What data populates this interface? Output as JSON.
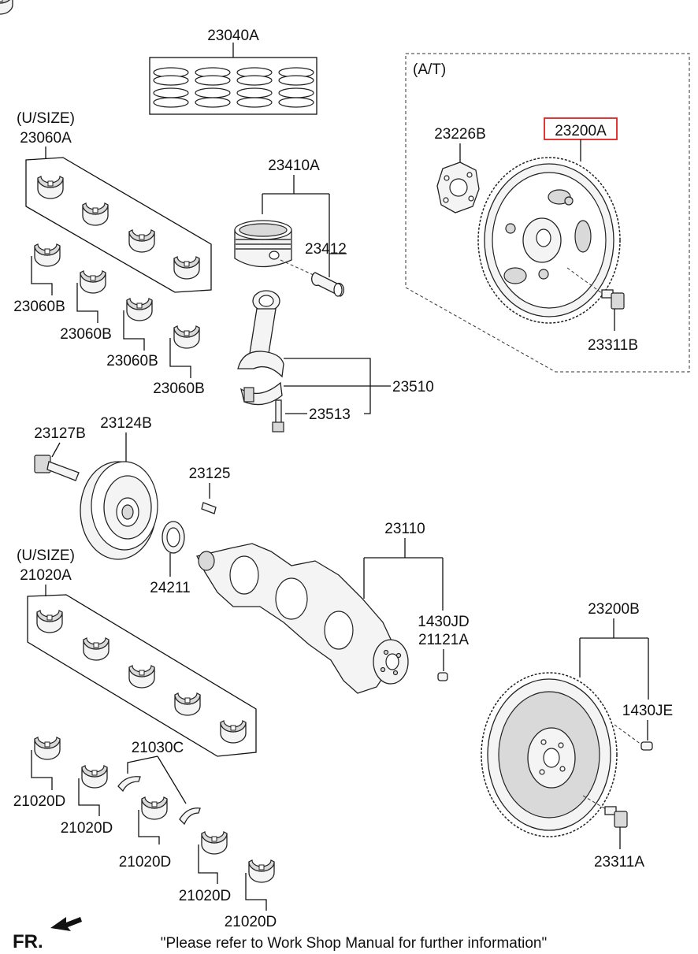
{
  "labels": {
    "l23040A": "23040A",
    "l23060A_usize": "(U/SIZE)",
    "l23060A": "23060A",
    "l23410A": "23410A",
    "l23412": "23412",
    "l23060B_1": "23060B",
    "l23060B_2": "23060B",
    "l23060B_3": "23060B",
    "l23060B_4": "23060B",
    "l23510": "23510",
    "l23513": "23513",
    "lAT": "(A/T)",
    "l23226B": "23226B",
    "l23200A": "23200A",
    "l23311B": "23311B",
    "l23127B": "23127B",
    "l23124B": "23124B",
    "l23125": "23125",
    "l24211": "24211",
    "l23110": "23110",
    "l1430JD": "1430JD",
    "l21121A": "21121A",
    "l21020A_usize": "(U/SIZE)",
    "l21020A": "21020A",
    "l23200B": "23200B",
    "l1430JE": "1430JE",
    "l21030C": "21030C",
    "l21020D_1": "21020D",
    "l21020D_2": "21020D",
    "l21020D_3": "21020D",
    "l21020D_4": "21020D",
    "l21020D_5": "21020D",
    "l23311A": "23311A",
    "fr": "FR.",
    "footer": "\"Please refer to Work Shop Manual for further information\""
  },
  "highlight_color": "#e02020"
}
